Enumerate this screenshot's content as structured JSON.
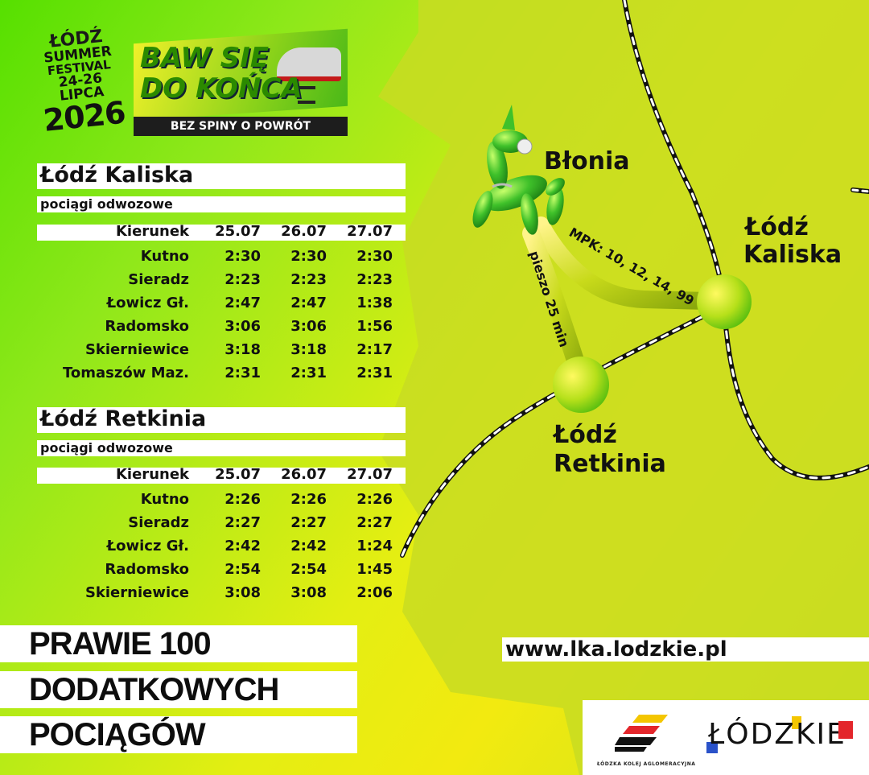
{
  "festival": {
    "line1": "ŁÓDŹ",
    "line2": "SUMMER",
    "line3": "FESTIVAL",
    "line4": "24-26 LIPCA",
    "line5": "2026"
  },
  "promo": {
    "line1": "BAW SIĘ",
    "line2": "DO KOŃCA",
    "bar": "BEZ SPINY O POWRÓT"
  },
  "timetables": [
    {
      "station": "Łódź Kaliska",
      "subtitle": "pociągi odwozowe",
      "headers": [
        "Kierunek",
        "25.07",
        "26.07",
        "27.07"
      ],
      "rows": [
        [
          "Kutno",
          "2:30",
          "2:30",
          "2:30"
        ],
        [
          "Sieradz",
          "2:23",
          "2:23",
          "2:23"
        ],
        [
          "Łowicz Gł.",
          "2:47",
          "2:47",
          "1:38"
        ],
        [
          "Radomsko",
          "3:06",
          "3:06",
          "1:56"
        ],
        [
          "Skierniewice",
          "3:18",
          "3:18",
          "2:17"
        ],
        [
          "Tomaszów Maz.",
          "2:31",
          "2:31",
          "2:31"
        ]
      ]
    },
    {
      "station": "Łódź Retkinia",
      "subtitle": "pociągi odwozowe",
      "headers": [
        "Kierunek",
        "25.07",
        "26.07",
        "27.07"
      ],
      "rows": [
        [
          "Kutno",
          "2:26",
          "2:26",
          "2:26"
        ],
        [
          "Sieradz",
          "2:27",
          "2:27",
          "2:27"
        ],
        [
          "Łowicz Gł.",
          "2:42",
          "2:42",
          "1:24"
        ],
        [
          "Radomsko",
          "2:54",
          "2:54",
          "1:45"
        ],
        [
          "Skierniewice",
          "3:08",
          "3:08",
          "2:06"
        ]
      ]
    }
  ],
  "headline": [
    "PRAWIE 100",
    "DODATKOWYCH",
    "POCIĄGÓW"
  ],
  "map": {
    "venue": "Błonia",
    "kaliska_1": "Łódź",
    "kaliska_2": "Kaliska",
    "retkinia_1": "Łódź",
    "retkinia_2": "Retkinia",
    "bus_route": "MPK: 10, 12, 14, 99",
    "walk_route": "pieszo 25 min"
  },
  "url": "www.lka.lodzkie.pl",
  "logos": {
    "lka_caption": "ŁÓDZKA KOLEJ AGLOMERACYJNA",
    "lodzkie": "ŁÓDZKIE"
  },
  "colors": {
    "accent_green": "#56e000",
    "accent_yellow": "#f2ea10",
    "lodzkie_red": "#e3262b"
  }
}
